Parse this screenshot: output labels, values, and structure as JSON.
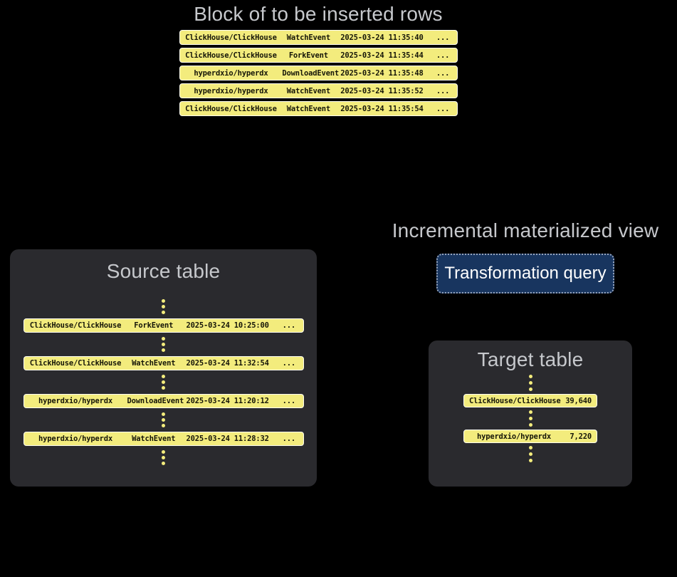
{
  "palette": {
    "background": "#000000",
    "row_yellow": "#F3EC7D",
    "row_border": "#FDFDF2",
    "row_text": "#161608",
    "panel_bg": "#2A2A2E",
    "title_gray": "#C6C8CC",
    "button_bg": "#18355F",
    "button_border": "#98A6BE",
    "button_text": "#FFFFFF",
    "dot_yellow": "#F3EC7D"
  },
  "top_block": {
    "title": "Block of to be inserted rows",
    "rows": [
      {
        "repo": "ClickHouse/ClickHouse",
        "event": "WatchEvent",
        "timestamp": "2025-03-24 11:35:40",
        "more": "..."
      },
      {
        "repo": "ClickHouse/ClickHouse",
        "event": "ForkEvent",
        "timestamp": "2025-03-24 11:35:44",
        "more": "..."
      },
      {
        "repo": "hyperdxio/hyperdx",
        "event": "DownloadEvent",
        "timestamp": "2025-03-24 11:35:48",
        "more": "..."
      },
      {
        "repo": "hyperdxio/hyperdx",
        "event": "WatchEvent",
        "timestamp": "2025-03-24 11:35:52",
        "more": "..."
      },
      {
        "repo": "ClickHouse/ClickHouse",
        "event": "WatchEvent",
        "timestamp": "2025-03-24 11:35:54",
        "more": "..."
      }
    ]
  },
  "source_table": {
    "title": "Source table",
    "rows": [
      {
        "repo": "ClickHouse/ClickHouse",
        "event": "ForkEvent",
        "timestamp": "2025-03-24 10:25:00",
        "more": "..."
      },
      {
        "repo": "ClickHouse/ClickHouse",
        "event": "WatchEvent",
        "timestamp": "2025-03-24 11:32:54",
        "more": "..."
      },
      {
        "repo": "hyperdxio/hyperdx",
        "event": "DownloadEvent",
        "timestamp": "2025-03-24 11:20:12",
        "more": "..."
      },
      {
        "repo": "hyperdxio/hyperdx",
        "event": "WatchEvent",
        "timestamp": "2025-03-24 11:28:32",
        "more": "..."
      }
    ]
  },
  "materialized_view": {
    "title": "Incremental materialized view",
    "button_label": "Transformation query"
  },
  "target_table": {
    "title": "Target table",
    "rows": [
      {
        "repo": "ClickHouse/ClickHouse",
        "count": "39,640"
      },
      {
        "repo": "hyperdxio/hyperdx",
        "count": "7,220"
      }
    ]
  }
}
